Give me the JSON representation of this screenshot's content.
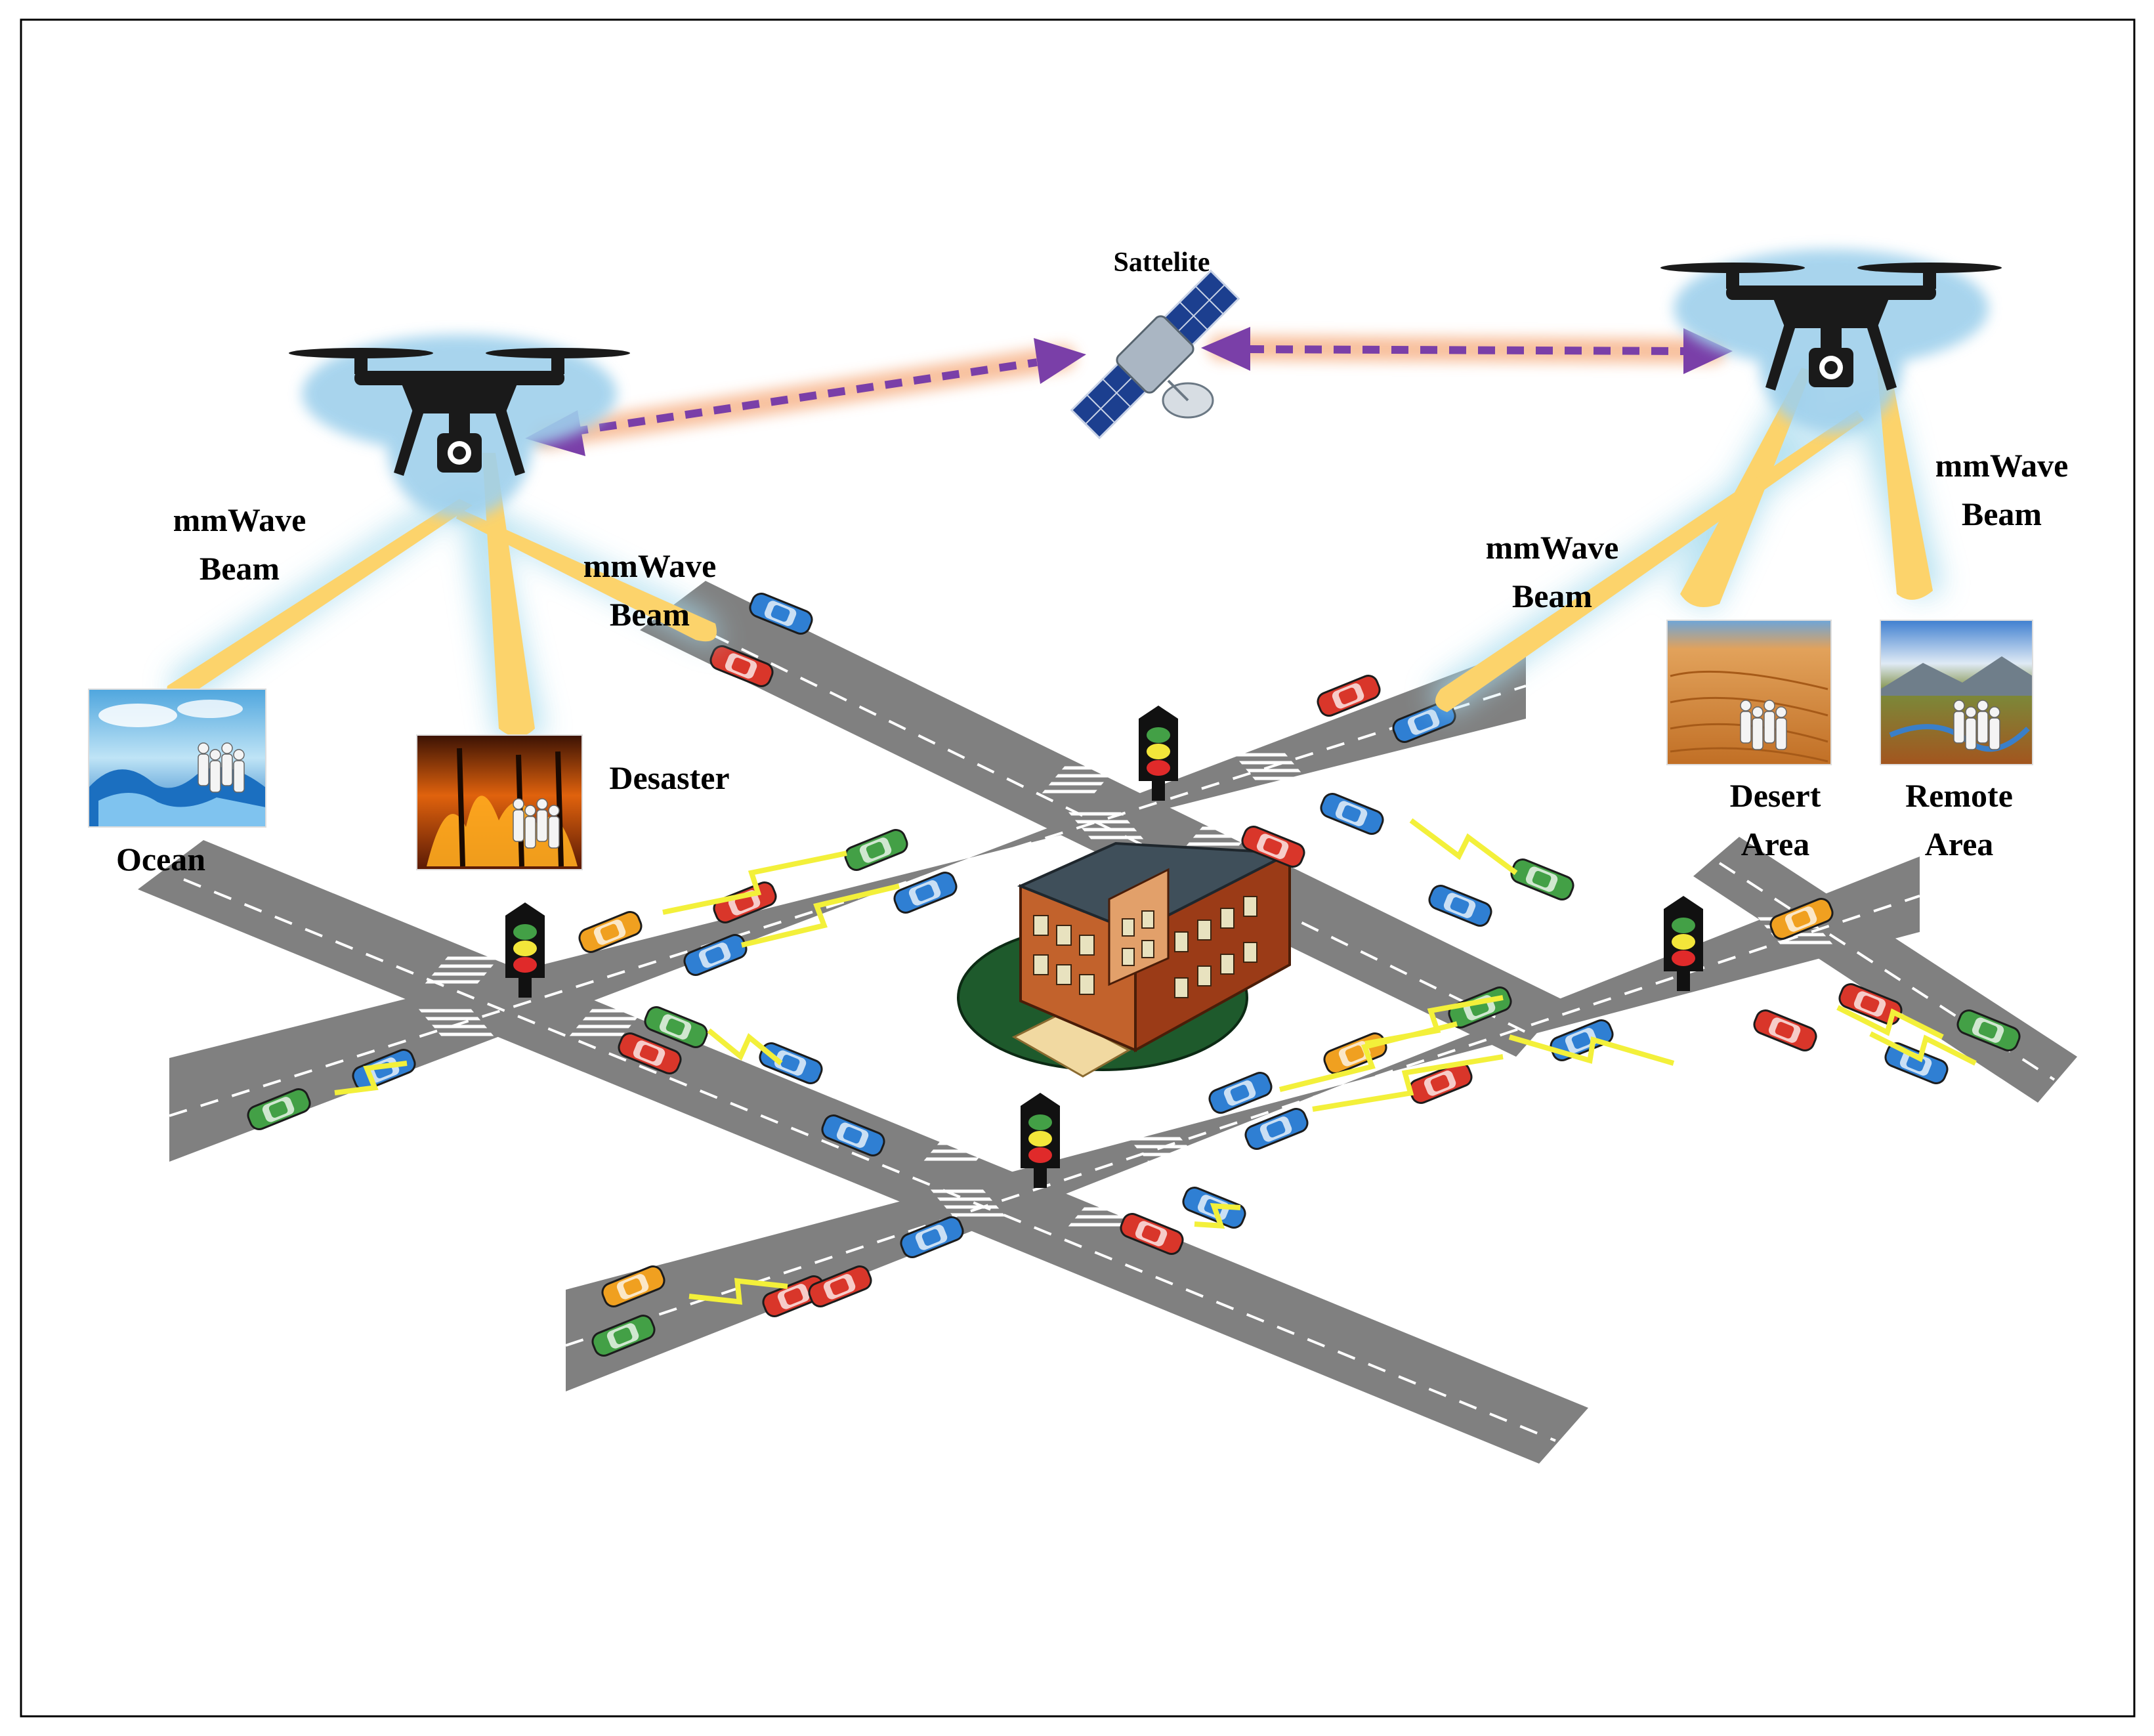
{
  "labels": {
    "satellite": "Sattelite",
    "mmwave_line1": "mmWave",
    "mmwave_line2": "Beam",
    "ocean": "Ocean",
    "disaster": "Desaster",
    "desert_line1": "Desert",
    "desert_line2": "Area",
    "remote_line1": "Remote",
    "remote_line2": "Area"
  },
  "colors": {
    "road": "#808080",
    "beam": "#fcd36b",
    "beam_glow": "#a8dcee",
    "link_arrow": "#7a3fa8",
    "link_glow": "#f7b58c",
    "lightning": "#f3f03a",
    "drone": "#1a1a1a",
    "building": "#b3542e",
    "frame": "#000000"
  },
  "icons": {
    "drone": "drone-icon",
    "satellite": "satellite-icon",
    "traffic_light": "traffic-light-icon",
    "building": "building-icon",
    "car": "car-icon",
    "people": "people-icon"
  }
}
